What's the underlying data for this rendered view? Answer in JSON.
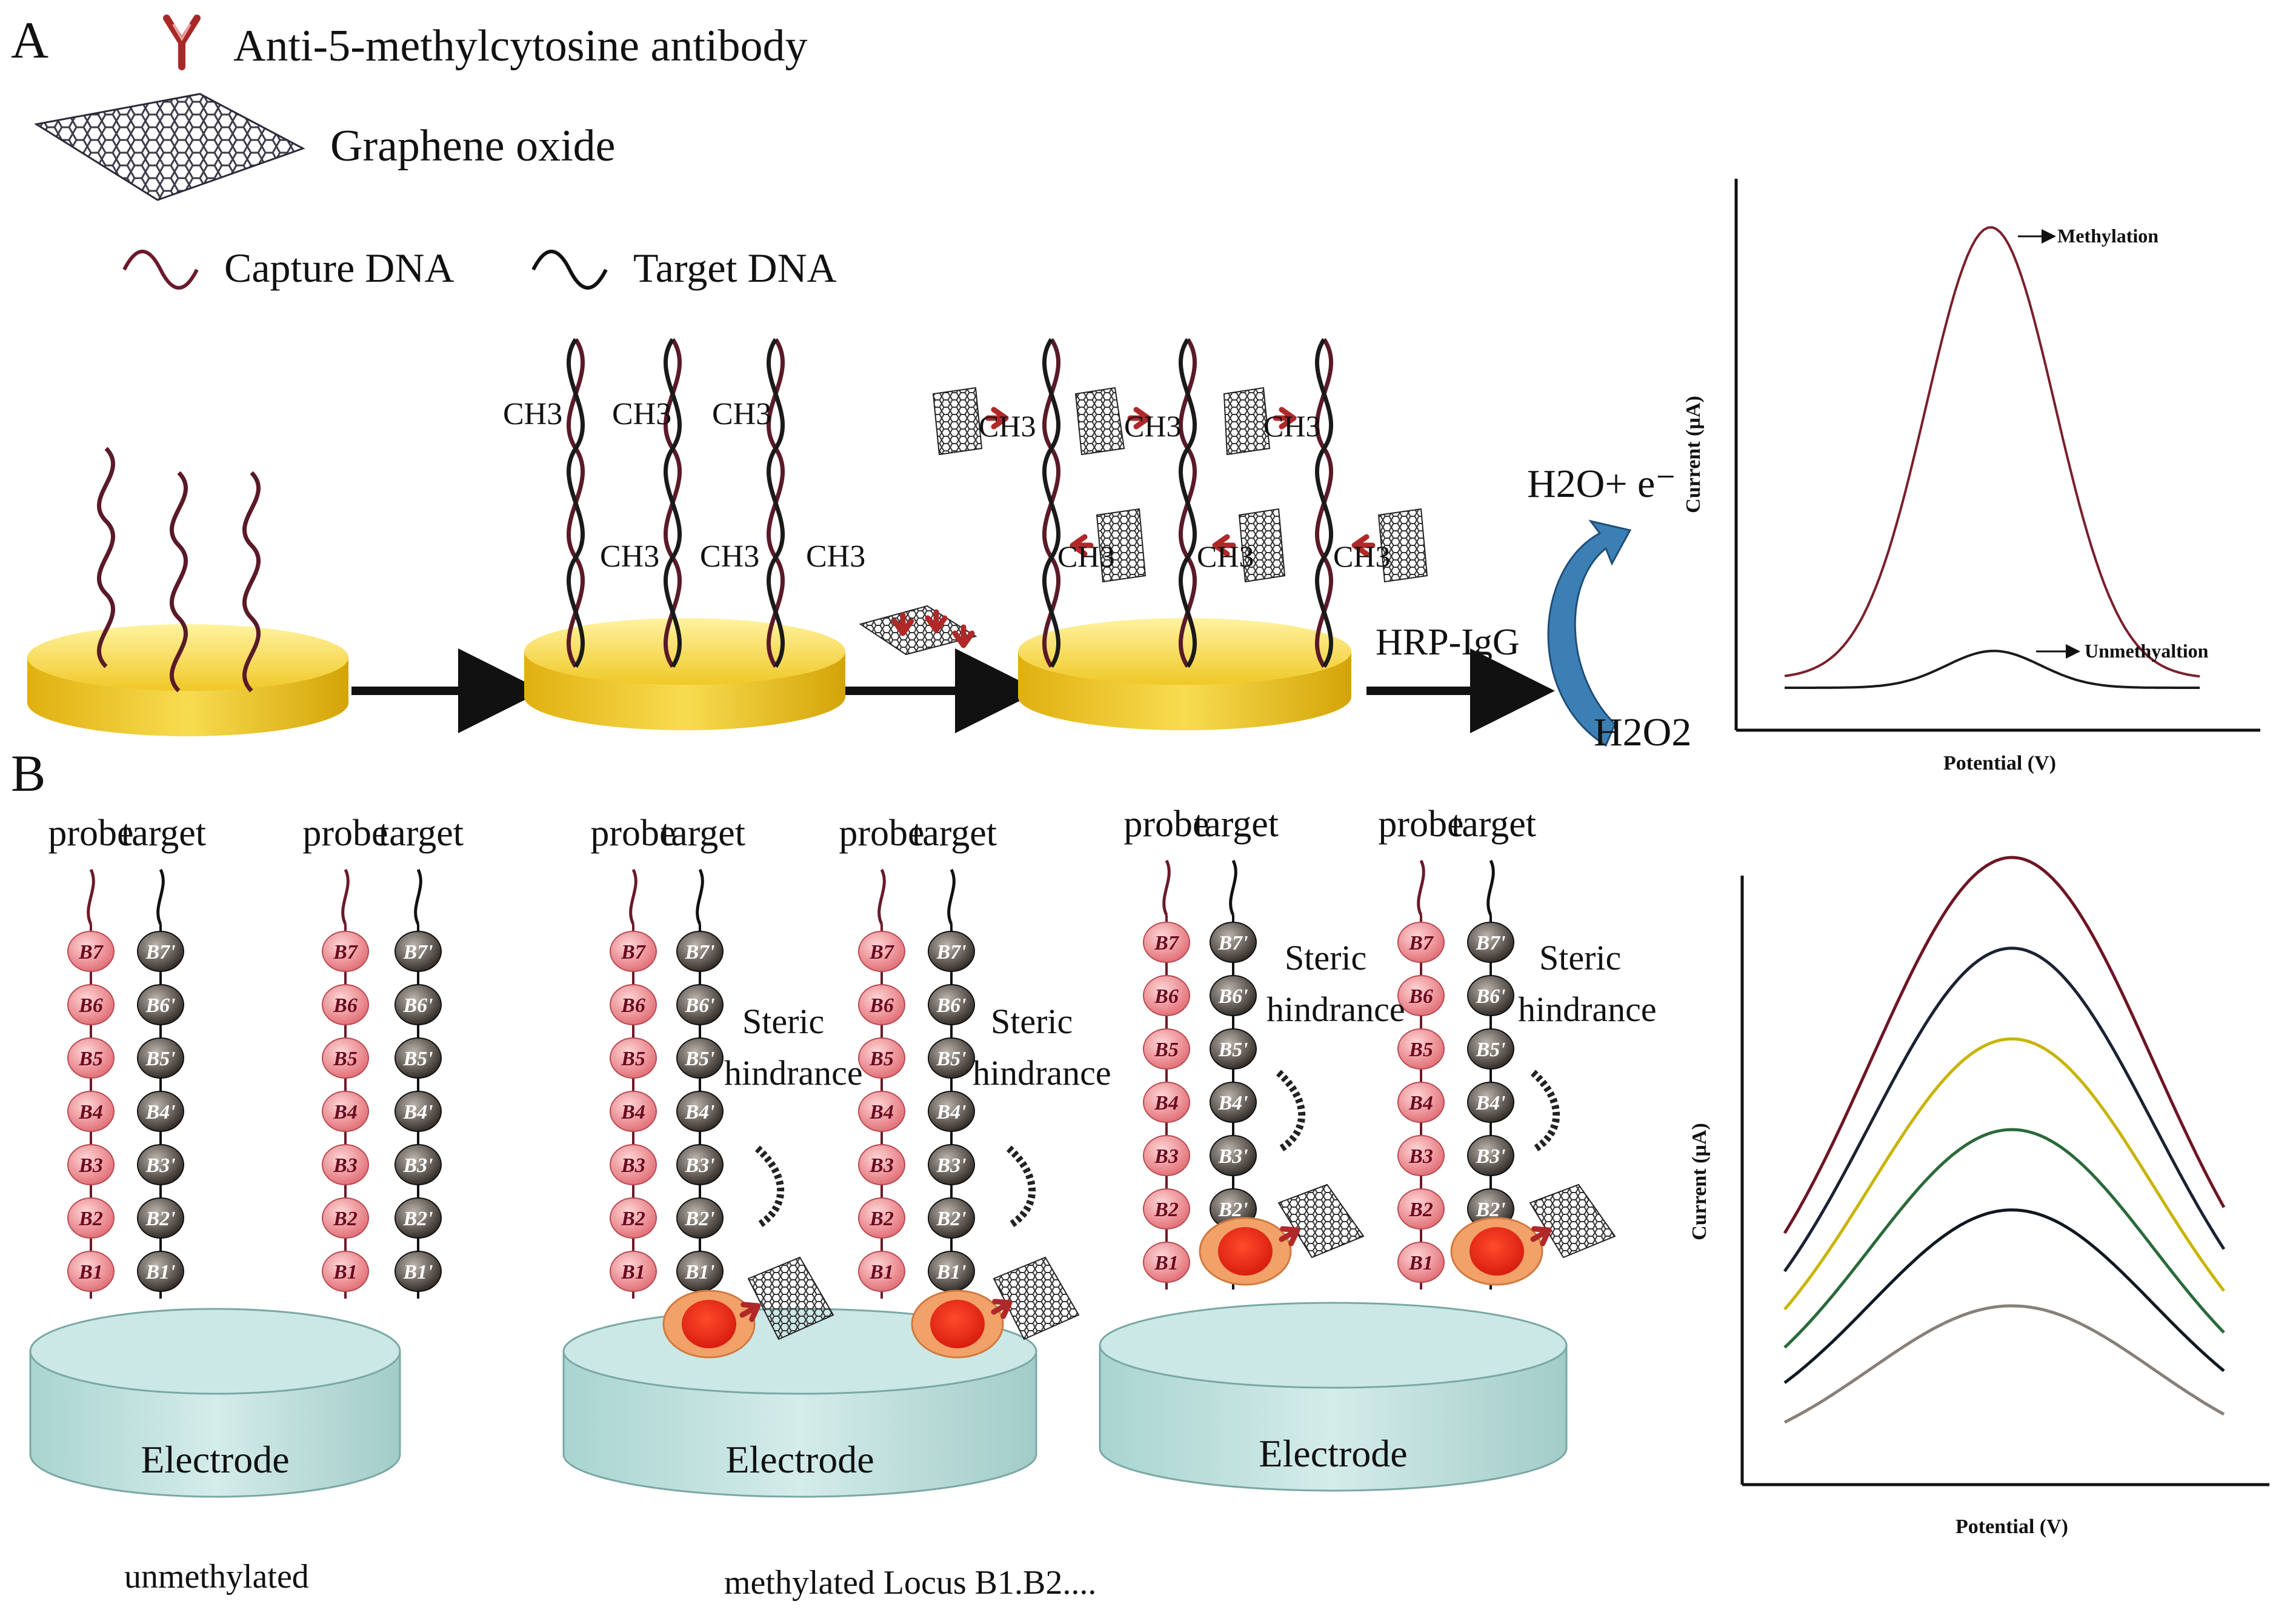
{
  "panelA": {
    "label": "A",
    "legend": {
      "antibody": "Anti-5-methylcytosine antibody",
      "graphene": "Graphene oxide",
      "capture": "Capture DNA",
      "target": "Target DNA"
    },
    "ch3": "CH3",
    "hrp": "HRP-IgG",
    "h2o_e": "H2O+ e⁻",
    "h2o2": "H2O2"
  },
  "panelB": {
    "label": "B",
    "probe": "probe",
    "target": "target",
    "probe_beads": [
      "B7",
      "B6",
      "B5",
      "B4",
      "B3",
      "B2",
      "B1"
    ],
    "target_beads": [
      "B7'",
      "B6'",
      "B5'",
      "B4'",
      "B3'",
      "B2'",
      "B1'"
    ],
    "steric_1": "Steric",
    "steric_2": "hindrance",
    "electrode": "Electrode",
    "caption_unmethylated": "unmethylated",
    "caption_methylated": "methylated Locus B1.B2...."
  },
  "chart_top": {
    "ylabel": "Current (µA)",
    "xlabel": "Potential (V)",
    "label_methylation": "Methylation",
    "label_unmethylation": "Unmethyaltion"
  },
  "chart_bottom": {
    "ylabel": "Current (µA)",
    "xlabel": "Potential (V)"
  },
  "chart_data": [
    {
      "type": "line",
      "series": [
        {
          "name": "Methylation",
          "color": "#7a1f2b",
          "peak": 1.0
        },
        {
          "name": "Unmethyaltion",
          "color": "#1a1a1a",
          "peak": 0.08
        }
      ]
    },
    {
      "type": "line",
      "series": [
        {
          "color": "#6e1524",
          "peak": 1.0
        },
        {
          "color": "#1a2233",
          "peak": 0.86
        },
        {
          "color": "#c8b400",
          "peak": 0.72
        },
        {
          "color": "#2a6a3a",
          "peak": 0.58
        },
        {
          "color": "#101820",
          "peak": 0.46
        },
        {
          "color": "#888078",
          "peak": 0.31
        }
      ]
    }
  ],
  "colors": {
    "gold": "#f2d23a",
    "electrode": "#c6e4e2",
    "probe_bead": "#f08a8c",
    "target_bead": "#3a3430",
    "arrow_blue": "#3c7fb4",
    "dna_red": "#6b1a2a"
  }
}
